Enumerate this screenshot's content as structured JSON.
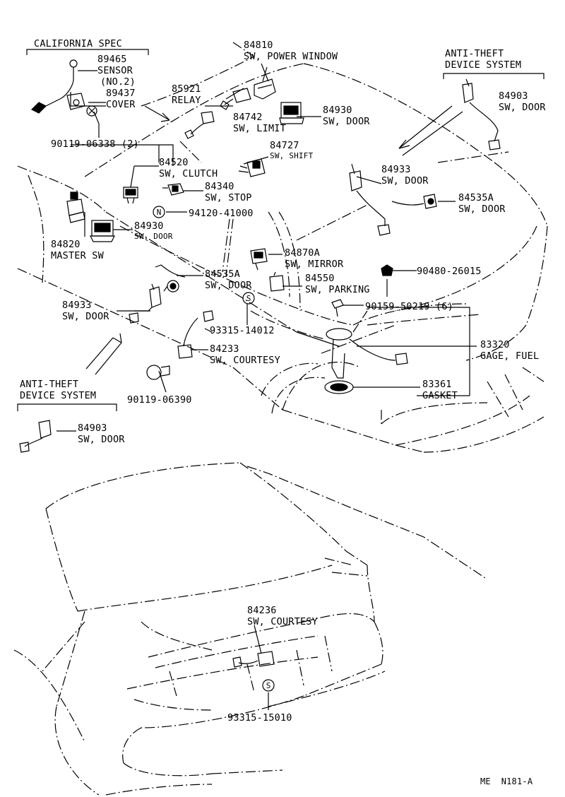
{
  "diagram": {
    "california_spec": "CALIFORNIA SPEC",
    "anti_theft_top": [
      "ANTI-THEFT",
      "DEVICE SYSTEM"
    ],
    "anti_theft_bottom": [
      "ANTI-THEFT",
      "DEVICE SYSTEM"
    ],
    "parts": {
      "p89465": [
        "89465",
        "SENSOR",
        "(NO.2)"
      ],
      "p89437": [
        "89437",
        "COVER"
      ],
      "p90119_06338": "90119-06338 (2)",
      "p84810": [
        "84810",
        "SW, POWER WINDOW"
      ],
      "p85921": [
        "85921",
        "RELAY"
      ],
      "p84742": [
        "84742",
        "SW, LIMIT"
      ],
      "p84930a": [
        "84930",
        "SW, DOOR"
      ],
      "p84903a": [
        "84903",
        "SW, DOOR"
      ],
      "p84727": [
        "84727",
        "SW, SHIFT"
      ],
      "p84520": [
        "84520",
        "SW, CLUTCH"
      ],
      "p84340": [
        "84340",
        "SW, STOP"
      ],
      "p94120": "94120-41000",
      "p84933a": [
        "84933",
        "SW, DOOR"
      ],
      "p84535a_r": [
        "84535A",
        "SW, DOOR"
      ],
      "p84820": [
        "84820",
        "MASTER SW"
      ],
      "p84930b": [
        "84930",
        "SW, DOOR"
      ],
      "p84870a": [
        "84870A",
        "SW, MIRROR"
      ],
      "p84535a_l": [
        "84535A",
        "SW, DOOR"
      ],
      "p84550": [
        "84550",
        "SW, PARKING"
      ],
      "p90480": "90480-26015",
      "p84933b": [
        "84933",
        "SW, DOOR"
      ],
      "p90159": "90159-50219 (6)",
      "p93315_14012": "93315-14012",
      "p84233": [
        "84233",
        "SW, COURTESY"
      ],
      "p83320": [
        "83320",
        "GAGE, FUEL"
      ],
      "p90119_06390": "90119-06390",
      "p83361": [
        "83361",
        "GASKET"
      ],
      "p84903b": [
        "84903",
        "SW, DOOR"
      ],
      "p84236": [
        "84236",
        "SW, COURTESY"
      ],
      "p93315_15010": "93315-15010"
    },
    "symbol_n": "N",
    "symbol_s": "S",
    "reference": "ME  N181-A"
  }
}
